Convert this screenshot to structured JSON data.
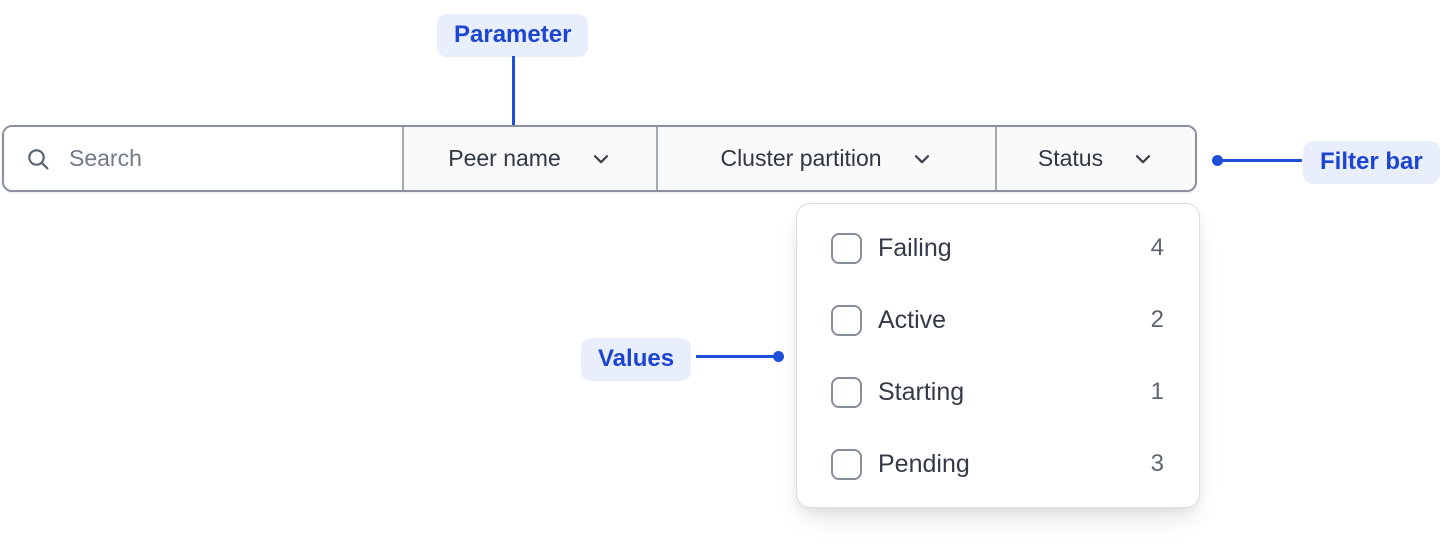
{
  "annotations": {
    "parameter_label": "Parameter",
    "filter_bar_label": "Filter bar",
    "values_label": "Values"
  },
  "filter_bar": {
    "search": {
      "placeholder": "Search",
      "value": ""
    },
    "dropdowns": [
      {
        "label": "Peer name"
      },
      {
        "label": "Cluster partition"
      },
      {
        "label": "Status"
      }
    ]
  },
  "dropdown_panel": {
    "parent": "Status",
    "items": [
      {
        "label": "Failing",
        "count": "4",
        "checked": false
      },
      {
        "label": "Active",
        "count": "2",
        "checked": false
      },
      {
        "label": "Starting",
        "count": "1",
        "checked": false
      },
      {
        "label": "Pending",
        "count": "3",
        "checked": false
      }
    ]
  },
  "colors": {
    "annotation_accent": "#1d4fd8",
    "annotation_badge_bg": "#e8eefc",
    "bar_border": "#8b919c",
    "text_dark": "#2f3742",
    "text_muted": "#5e6570"
  }
}
